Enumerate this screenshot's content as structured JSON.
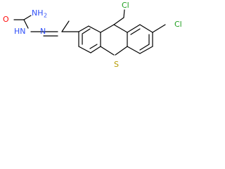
{
  "molecule": {
    "atoms": {
      "O": "O",
      "NH2": "NH",
      "NH2_sub": "2",
      "HN": "HN",
      "N": "N",
      "Cl_top": "Cl",
      "Cl_right": "Cl",
      "S": "S"
    },
    "colors": {
      "bond": "#000000",
      "oxygen": "#ff0d0d",
      "nitrogen": "#3050f8",
      "chlorine": "#1f9f1f",
      "sulfur": "#b59b00"
    }
  }
}
